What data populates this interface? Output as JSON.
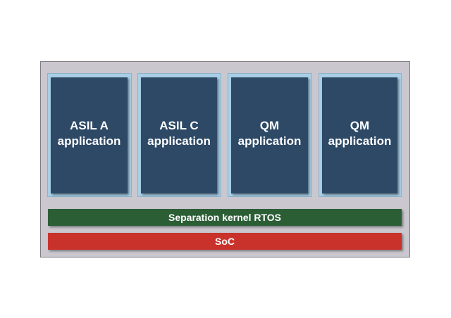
{
  "diagram": {
    "applications": [
      {
        "line1": "ASIL A",
        "line2": "application"
      },
      {
        "line1": "ASIL C",
        "line2": "application"
      },
      {
        "line1": "QM",
        "line2": "application"
      },
      {
        "line1": "QM",
        "line2": "application"
      }
    ],
    "kernel_label": "Separation kernel RTOS",
    "soc_label": "SoC",
    "colors": {
      "frame": "#cac7cf",
      "partition_border": "#a9cfe6",
      "application": "#2d4966",
      "kernel": "#2c5e36",
      "soc": "#c9322b",
      "text": "#ffffff"
    }
  }
}
